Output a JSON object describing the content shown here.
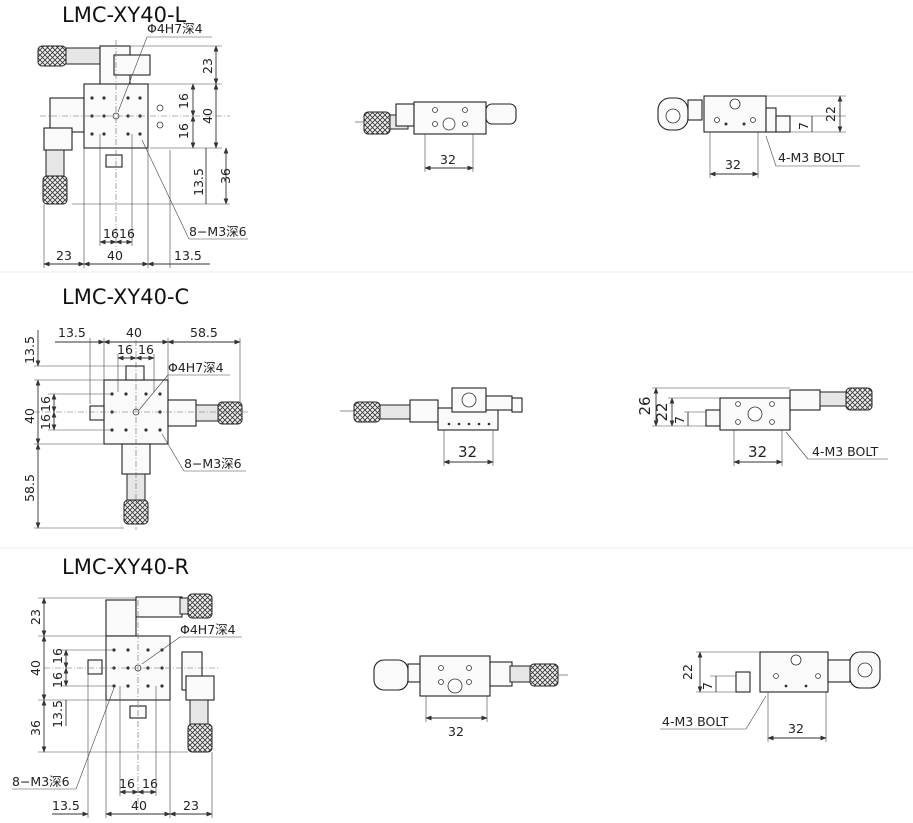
{
  "models": [
    {
      "title": "LMC-XY40-L",
      "top": {
        "hole_note": "Φ4H7深4",
        "tap_note": "8−M3深6",
        "v_dims": [
          "23",
          "16",
          "40",
          "16",
          "13.5",
          "36"
        ],
        "h_dims": [
          "16",
          "16",
          "23",
          "40",
          "13.5"
        ]
      },
      "front": {
        "width_dim": "32"
      },
      "side": {
        "height_dims": [
          "22",
          "7"
        ],
        "width_dim": "32",
        "bolt_note": "4-M3 BOLT"
      }
    },
    {
      "title": "LMC-XY40-C",
      "top": {
        "hole_note": "Φ4H7深4",
        "tap_note": "8−M3深6",
        "h_top_dims": [
          "13.5",
          "40",
          "58.5"
        ],
        "h_inner_dims": [
          "16",
          "16"
        ],
        "v_dims": [
          "13.5",
          "16",
          "40",
          "16",
          "58.5"
        ]
      },
      "front": {
        "width_dim": "32"
      },
      "side": {
        "height_dims": [
          "26",
          "22",
          "7"
        ],
        "width_dim": "32",
        "bolt_note": "4-M3 BOLT"
      }
    },
    {
      "title": "LMC-XY40-R",
      "top": {
        "hole_note": "Φ4H7深4",
        "tap_note": "8−M3深6",
        "v_dims": [
          "23",
          "40",
          "16",
          "16",
          "13.5",
          "36"
        ],
        "h_dims": [
          "16",
          "16",
          "13.5",
          "40",
          "23"
        ]
      },
      "front": {
        "width_dim": "32"
      },
      "side": {
        "height_dims": [
          "22",
          "7"
        ],
        "width_dim": "32",
        "bolt_note": "4-M3 BOLT"
      }
    }
  ]
}
